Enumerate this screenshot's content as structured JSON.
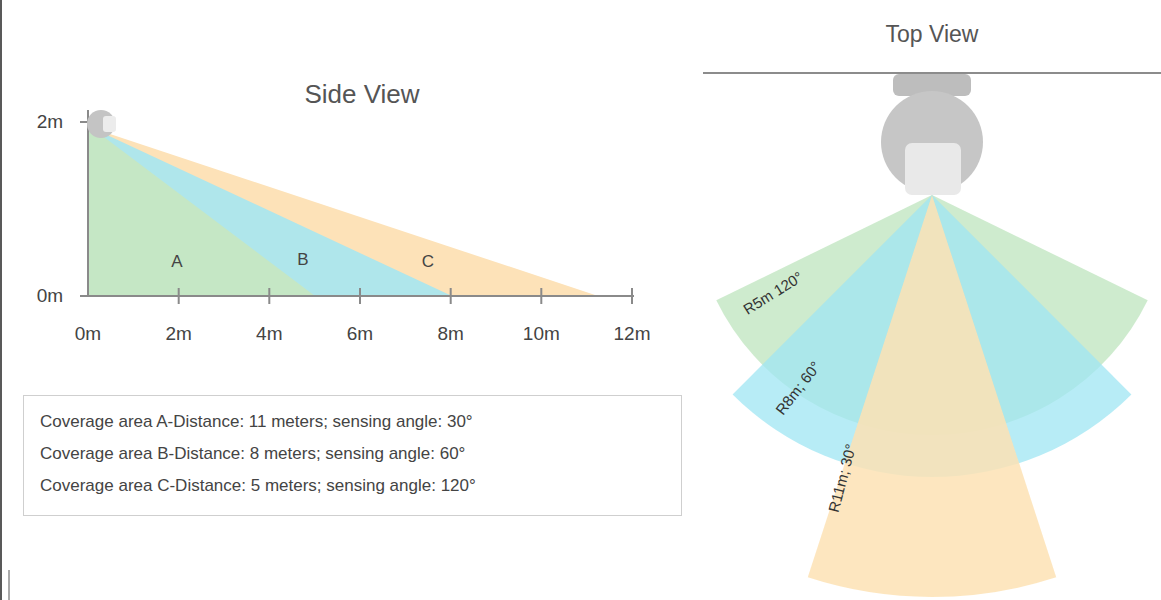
{
  "diagram": {
    "nodes": [
      {
        "text": [
          "Coverage area A-Distance: 11 meters; sensing angle: 30°",
          "Coverage area B-Distance: 8 meters; sensing angle: 60°",
          "Coverage area C-Distance: 5 meters; sensing angle: 120°"
        ]
      }
    ],
    "labels": [
      "Side View",
      "2m",
      "0m",
      "A",
      "B",
      "C",
      "0m",
      "2m",
      "4m",
      "6m",
      "8m",
      "10m",
      "12m",
      "Top View",
      "R5m 120°",
      "R8m; 60°",
      "R11m; 30°"
    ]
  }
}
